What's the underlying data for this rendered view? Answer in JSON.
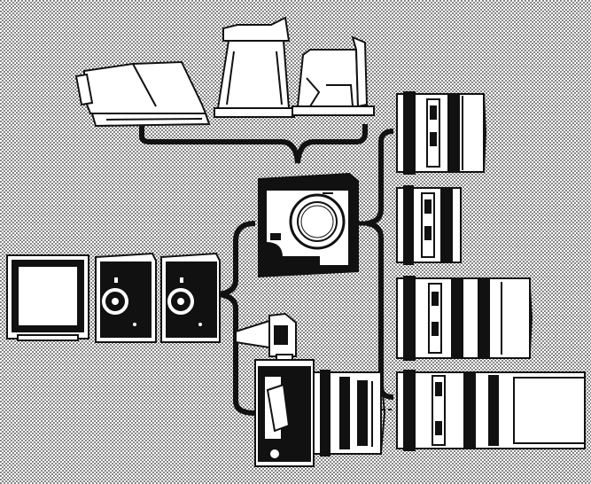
{
  "figure": {
    "style": "halftone-line-illustration",
    "colors": {
      "ink": "#111111",
      "paper": "#ffffff",
      "dot_background": "#9a9a9a"
    },
    "components": [
      {
        "group": "viewfinders",
        "items": [
          "prism-finder-icon",
          "chimney-finder-icon",
          "folding-hood-icon"
        ]
      },
      {
        "group": "camera-bodies",
        "items": [
          "camera-body-icon",
          "camera-with-lens-icon"
        ]
      },
      {
        "group": "film-backs",
        "items": [
          "film-insert-icon",
          "film-magazine-icon",
          "film-magazine-icon"
        ]
      },
      {
        "group": "accessories",
        "items": [
          "prism-eyepiece-icon"
        ]
      },
      {
        "group": "lenses",
        "items": [
          "wide-lens-icon",
          "short-lens-icon",
          "medium-tele-lens-icon",
          "long-tele-lens-icon"
        ]
      }
    ]
  }
}
